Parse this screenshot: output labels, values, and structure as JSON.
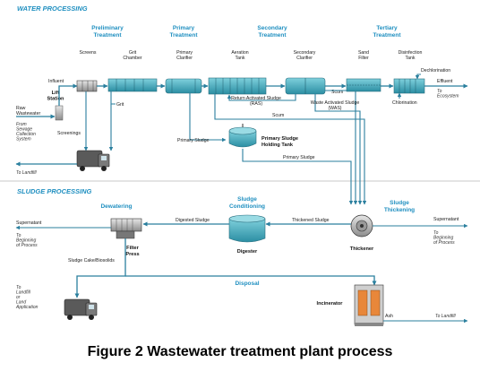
{
  "sections": {
    "water": "WATER PROCESSING",
    "sludge": "SLUDGE PROCESSING"
  },
  "stage_headers": {
    "preliminary": [
      "Preliminary",
      "Treatment"
    ],
    "primary": [
      "Primary",
      "Treatment"
    ],
    "secondary": [
      "Secondary",
      "Treatment"
    ],
    "tertiary": [
      "Tertiary",
      "Treatment"
    ],
    "sludge_conditioning": [
      "Sludge",
      "Conditioning"
    ],
    "sludge_thickening": [
      "Sludge",
      "Thickening"
    ],
    "dewatering": "Dewatering",
    "disposal": "Disposal"
  },
  "units": {
    "screens": "Screens",
    "grit_chamber": [
      "Grit",
      "Chamber"
    ],
    "primary_clarifier": [
      "Primary",
      "Clarifier"
    ],
    "aeration_tank": [
      "Aeration",
      "Tank"
    ],
    "secondary_clarifier": [
      "Secondary",
      "Clarifier"
    ],
    "sand_filter": [
      "Sand",
      "Filter"
    ],
    "disinfection_tank": [
      "Disinfection",
      "Tank"
    ],
    "lift_station": [
      "Lift",
      "Station"
    ],
    "primary_sludge_holding_tank": [
      "Primary Sludge",
      "Holding Tank"
    ],
    "thickener": "Thickener",
    "digester": "Digester",
    "filter_press": [
      "Filter",
      "Press"
    ],
    "incinerator": "Incinerator"
  },
  "flows": {
    "influent": "Influent",
    "raw_wastewater": [
      "Raw",
      "Wastewater"
    ],
    "from_sewage": [
      "From",
      "Sewage",
      "Collection",
      "System"
    ],
    "grit": "Grit",
    "screenings": "Screenings",
    "ras": [
      "Return Activated Sludge",
      "(RAS)"
    ],
    "scum_1": "Scum",
    "scum_2": "Scum",
    "was": [
      "Waste Activated Sludge",
      "(WAS)"
    ],
    "dechlorination": "Dechlorination",
    "chlorination": "Chlorination",
    "effluent": "Effluent",
    "to_ecosystem": [
      "To",
      "Ecosystem"
    ],
    "primary_sludge_1": "Primary Sludge",
    "primary_sludge_2": "Primary Sludge",
    "to_landfill_1": "To Landfill",
    "thickened_sludge": "Thickened Sludge",
    "digested_sludge": "Digested Sludge",
    "supernatant_left": "Supernatant",
    "supernatant_right": "Supernatant",
    "to_beginning_left": [
      "To",
      "Beginning",
      "of Process"
    ],
    "to_beginning_right": [
      "To",
      "Beginning",
      "of Process"
    ],
    "sludge_cake": "Sludge Cake/Biosolids",
    "to_landfill_land": [
      "To",
      "Landfill",
      "or",
      "Land",
      "Application"
    ],
    "ash": "Ash",
    "to_landfill_2": "To Landfill"
  },
  "caption": "Figure 2 Wastewater treatment plant process",
  "colors": {
    "heading_blue": "#1f8fc0",
    "pipe_teal": "#2a7f9e",
    "tank_teal": "#3aa6b9",
    "divider": "#c8c8c8"
  }
}
